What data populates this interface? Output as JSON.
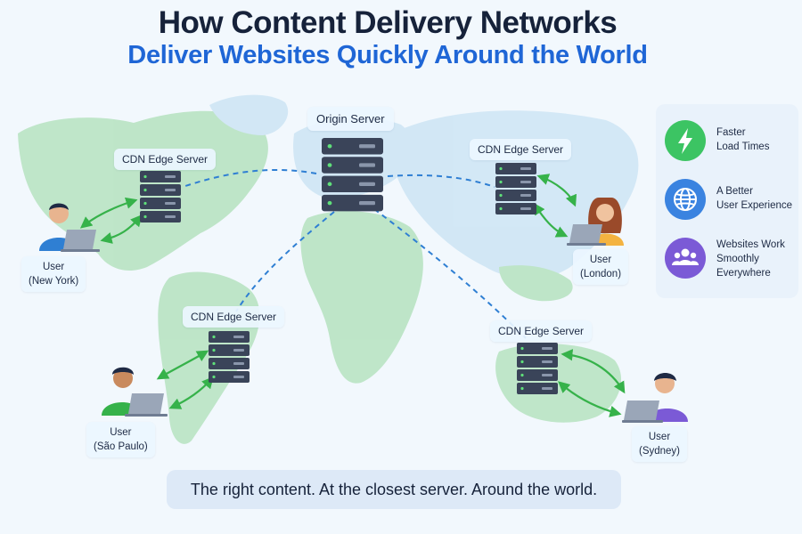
{
  "title": {
    "line1": "How Content Delivery Networks",
    "line2": "Deliver Websites Quickly Around the World"
  },
  "origin": {
    "label": "Origin Server"
  },
  "edges": {
    "na": {
      "label": "CDN Edge Server"
    },
    "sa": {
      "label": "CDN Edge Server"
    },
    "asia": {
      "label": "CDN Edge Server"
    },
    "au": {
      "label": "CDN Edge Server"
    }
  },
  "users": {
    "newyork": {
      "line1": "User",
      "line2": "(New York)"
    },
    "saopaulo": {
      "line1": "User",
      "line2": "(São Paulo)"
    },
    "london": {
      "line1": "User",
      "line2": "(London)"
    },
    "sydney": {
      "line1": "User",
      "line2": "(Sydney)"
    }
  },
  "benefits": [
    {
      "text": "Faster\nLoad Times",
      "icon": "lightning-icon",
      "color": "#3cc463"
    },
    {
      "text": "A Better\nUser Experience",
      "icon": "globe-icon",
      "color": "#3a83e0"
    },
    {
      "text": "Websites Work\nSmoothly\nEverywhere",
      "icon": "users-icon",
      "color": "#7b5ad6"
    }
  ],
  "footer": "The right content. At the closest server. Around the world.",
  "colors": {
    "title_dark": "#16223a",
    "title_blue": "#1f66d6",
    "dashed_line": "#2f7fd3",
    "green_arrow": "#36b24a",
    "server": "#3a4459"
  }
}
